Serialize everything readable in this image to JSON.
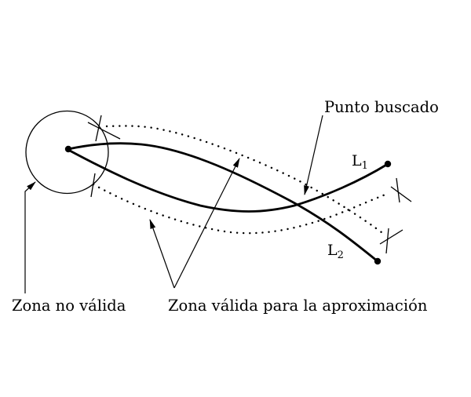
{
  "figure": {
    "labels": {
      "punto_buscado": "Punto buscado",
      "zona_no_valida": "Zona no válida",
      "zona_valida": "Zona válida para la aproximación",
      "l1": {
        "base": "L",
        "sub": "1"
      },
      "l2": {
        "base": "L",
        "sub": "2"
      }
    },
    "colors": {
      "ink": "#000000",
      "background": "#ffffff"
    }
  }
}
